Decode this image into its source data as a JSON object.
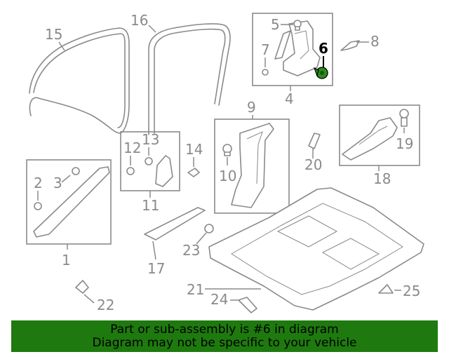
{
  "callouts": {
    "c1": "1",
    "c2": "2",
    "c3": "3",
    "c4": "4",
    "c5": "5",
    "c6": "6",
    "c7": "7",
    "c8": "8",
    "c9": "9",
    "c10": "10",
    "c11": "11",
    "c12": "12",
    "c13": "13",
    "c14": "14",
    "c15": "15",
    "c16": "16",
    "c17": "17",
    "c18": "18",
    "c19": "19",
    "c20": "20",
    "c21": "21",
    "c22": "22",
    "c23": "23",
    "c24": "24",
    "c25": "25"
  },
  "highlighted_part": "6",
  "colors": {
    "highlight_part": "#2e8b1f",
    "banner": "#1e7a0e",
    "line_art": "#8a8a8a"
  },
  "banner": {
    "line1": "Part or sub-assembly is #6 in diagram",
    "line2": "Diagram may not be specific to your vehicle"
  }
}
